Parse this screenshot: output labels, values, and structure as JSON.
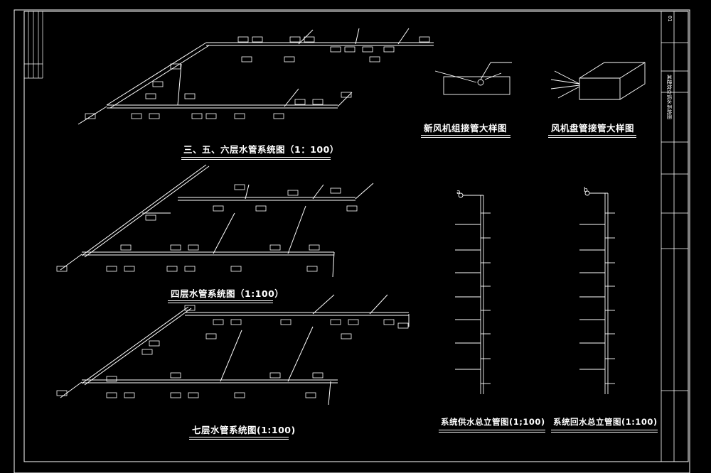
{
  "drawing": {
    "titles": {
      "floors_3_5_6": "三、五、六层水管系统图（1：100）",
      "floor_4": "四层水管系统图（1:100）",
      "floor_7": "七层水管系统图(1:100)",
      "fresh_air_detail": "新风机组接管大样图",
      "fan_coil_detail": "风机盘管接管大样图",
      "supply_riser": "系统供水总立管图(1;100)",
      "return_riser": "系统回水总立管图(1:100)"
    },
    "riser_marks": {
      "supply": "a",
      "return": "b"
    },
    "title_block": {
      "project": "某建筑空调水系统图",
      "sheet": "01"
    }
  }
}
